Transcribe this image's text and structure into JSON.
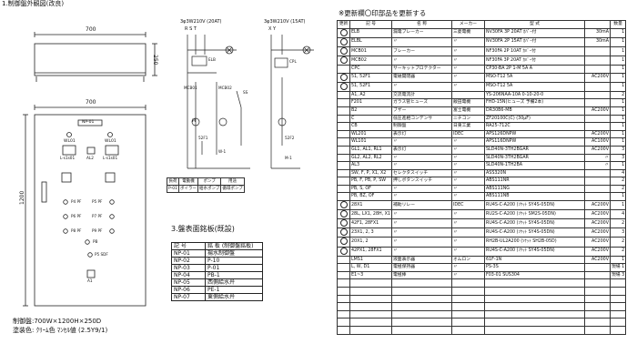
{
  "panel": {
    "section_title": "1.制御盤外観図(改良)",
    "top_width": "700",
    "top_depth": "250",
    "front_width": "700",
    "front_height": "1200",
    "front_label": "NP-01",
    "lamps": [
      {
        "id": "wl01",
        "label": "WL01"
      },
      {
        "id": "wl02",
        "label": "WL01"
      }
    ],
    "meters": [
      {
        "id": "m1",
        "label": "L-s1s01"
      },
      {
        "id": "m2",
        "label": "AL2"
      },
      {
        "id": "m3",
        "label": "L-s1s01"
      }
    ],
    "switch_labels": [
      "P4 PF",
      "P5 PF",
      "P6 PF",
      "P7 PF",
      "P8 PF",
      "P9 PF",
      "PB",
      "P5 SDF"
    ],
    "bottom_mark": "A1",
    "spec_size": "制御盤:700W×1200H×250D",
    "spec_color": "塗装色: ｸﾘｰﾑ色 ﾏﾝｾﾙ値 (2.5Y9/1)"
  },
  "circuit": {
    "left_source": "3φ3W210V (20AT)",
    "left_phases": "R S T",
    "right_source": "3φ3W210V (15AT)",
    "right_phases": "X Y",
    "labels": [
      "ELB",
      "MCB01",
      "M",
      "MCB02",
      "SS",
      "52F1",
      "52F2",
      "CPL",
      "W-1",
      "M-1"
    ],
    "legend_head": [
      "負荷",
      "電動機",
      "ポンプ",
      "用途"
    ],
    "legend_row": [
      "P-01",
      "ボイラー",
      "給水ポンプ",
      "循環ポンプ"
    ]
  },
  "nameplate": {
    "title": "3.盤表面銘板(既設)",
    "header": [
      "記 号",
      "銘 板 (制御盤銘板)"
    ],
    "rows": [
      [
        "NP-01",
        "揚水制御盤"
      ],
      [
        "NP-02",
        "P-10"
      ],
      [
        "NP-03",
        "P-01"
      ],
      [
        "NP-04",
        "PB-1"
      ],
      [
        "NP-05",
        "西側給水弁"
      ],
      [
        "NP-06",
        "PE-1"
      ],
      [
        "NP-07",
        "東側給水弁"
      ]
    ]
  },
  "parts": {
    "title": "※更新欄〇印部品を更新する",
    "header": [
      "更新",
      "記 号",
      "名 称",
      "メーカー",
      "型 式",
      "",
      "数量"
    ],
    "rows": [
      [
        "o",
        "ELB",
        "漏電ブレーカー",
        "三菱電機",
        "NV30FA 3P 20AT ｶﾊﾞｰ付",
        "30mA",
        "1"
      ],
      [
        "o",
        "ELBL",
        "〃",
        "〃",
        "NV30FA 2P 15AT ｶﾊﾞｰ付",
        "30mA",
        "1"
      ],
      [
        "o",
        "MCB01",
        "ブレーカー",
        "〃",
        "NF30FA 2P 10AT ｶﾊﾞｰ付",
        "",
        "1"
      ],
      [
        "o",
        "MCB02",
        "〃",
        "〃",
        "NF30FA 3P 20AT ｶﾊﾞｰ付",
        "",
        "1"
      ],
      [
        "",
        "CPC",
        "サーキットプロテクター",
        "〃",
        "CP30-BA 2P 1-M 5A A",
        "",
        "1"
      ],
      [
        "o",
        "51, 52F1",
        "電磁開閉器",
        "〃",
        "MSO-T12 5A",
        "AC200V",
        "1"
      ],
      [
        "o",
        "51, 52F1",
        "〃",
        "〃",
        "MSO-T12 5A",
        "",
        "1"
      ],
      [
        "",
        "A1, A2",
        "交流電流計",
        "",
        "YS-206NAA-10A 0-10-20-0",
        "",
        "2"
      ],
      [
        "",
        "F201",
        "ガラス管ヒューズ",
        "飯田電機",
        "FHD-15N(ヒューズ 予備2本)",
        "",
        "1"
      ],
      [
        "",
        "B2",
        "ブザー",
        "富士電機",
        "DR30B6-MB",
        "AC200V",
        "1"
      ],
      [
        "",
        "C",
        "低圧進相コンデンサ",
        "ニチコン",
        "ZF20100C(C) (30μF)",
        "",
        "1"
      ],
      [
        "",
        "CB",
        "制御盤",
        "日東工業",
        "RA25-712C",
        "",
        "1"
      ],
      [
        "",
        "WL201",
        "表示灯",
        "IDEC",
        "APS126DNPW",
        "AC200V",
        "1"
      ],
      [
        "",
        "WL101",
        "〃",
        "〃",
        "APS116DNPW",
        "AC100V",
        "1"
      ],
      [
        "",
        "GL1, AL1, RL1",
        "表示灯",
        "〃",
        "SLD40N-3TH2BGAR",
        "AC200V",
        "3"
      ],
      [
        "",
        "GL2, AL2, RL2",
        "〃",
        "〃",
        "SLD40N-3TH2BGAR",
        "〃",
        "3"
      ],
      [
        "",
        "AL3",
        "〃",
        "〃",
        "SLD40N-1TH2BA",
        "〃",
        "1"
      ],
      [
        "",
        "SW, F, P, X1, X2",
        "セレクタスイッチ",
        "〃",
        "ASS320N",
        "",
        "4"
      ],
      [
        "",
        "PB, F, PB, P, SW",
        "押しボタンスイッチ",
        "〃",
        "ABS111NR",
        "",
        "2"
      ],
      [
        "",
        "PB, S, OF",
        "〃",
        "〃",
        "ABS111NG",
        "",
        "2"
      ],
      [
        "",
        "PB, BZ, OF",
        "〃",
        "〃",
        "ABS111NB",
        "",
        "1"
      ],
      [
        "o",
        "28X1",
        "補助リレー",
        "IDEC",
        "RU4S-C-A200 (ｿｹｯﾄ SY4S-05DN)",
        "AC200V",
        "1"
      ],
      [
        "o",
        "28L, LX1, 28H, X1",
        "〃",
        "〃",
        "RU2S-C-A200 (ｿｹｯﾄ SM2S-05DN)",
        "AC200V",
        "4"
      ],
      [
        "o",
        "42F1, 28FX1",
        "〃",
        "〃",
        "RU4S-C-A200 (ｿｹｯﾄ SY4S-05DN)",
        "AC200V",
        "2"
      ],
      [
        "o",
        "23X1, 2, 3",
        "〃",
        "〃",
        "RU4S-C-A200 (ｿｹｯﾄ SY4S-05DN)",
        "AC200V",
        "3"
      ],
      [
        "o",
        "20X1, 2",
        "〃",
        "〃",
        "RH2B-UL2A200 (ｿｹｯﾄ SH2B-05D)",
        "AC200V",
        "2"
      ],
      [
        "o",
        "42PX1, 28FX1",
        "〃",
        "〃",
        "RU4S-C-A200 (ｿｹｯﾄ SY4S-05DN)",
        "AC200V",
        "2"
      ],
      [
        "",
        "LMS1",
        "液面表示器",
        "オムロン",
        "61F-1N",
        "AC200V",
        "1"
      ],
      [
        "",
        "L, W, D1",
        "電極保持器",
        "〃",
        "PS-3S",
        "",
        "現場 1"
      ],
      [
        "",
        "E1~3",
        "電極棒",
        "〃",
        "F03-01 SUS304",
        "",
        "現場 3"
      ],
      [
        "",
        "",
        "",
        "",
        "",
        "",
        ""
      ],
      [
        "",
        "",
        "",
        "",
        "",
        "",
        ""
      ],
      [
        "",
        "",
        "",
        "",
        "",
        "",
        ""
      ],
      [
        "",
        "",
        "",
        "",
        "",
        "",
        ""
      ],
      [
        "",
        "",
        "",
        "",
        "",
        "",
        ""
      ],
      [
        "",
        "",
        "",
        "",
        "",
        "",
        ""
      ],
      [
        "",
        "",
        "",
        "",
        "",
        "",
        ""
      ]
    ]
  }
}
